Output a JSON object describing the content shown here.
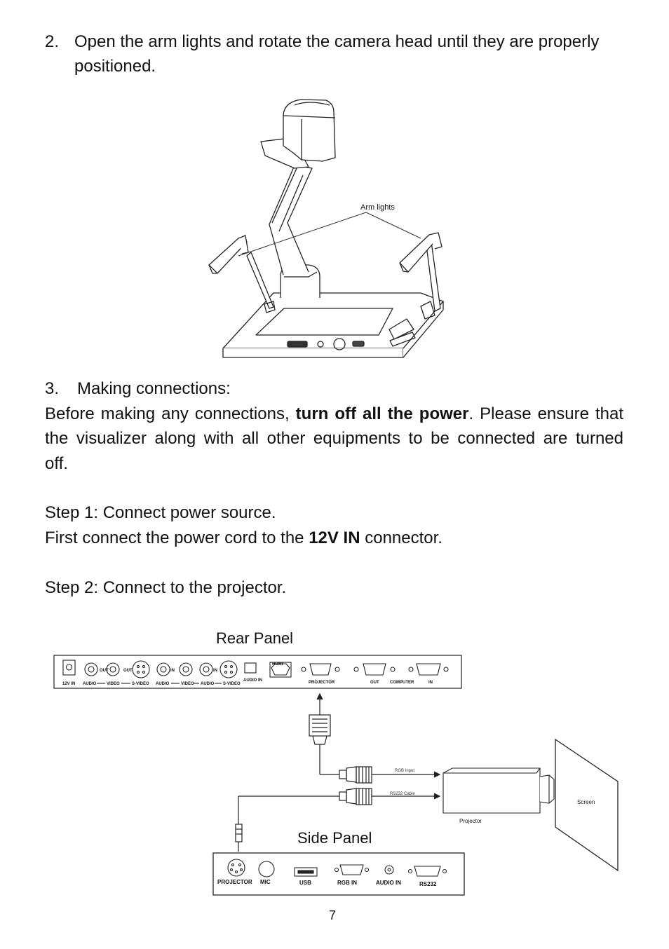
{
  "item2": {
    "number": "2.",
    "line1": "Open the arm lights and rotate the camera head until they are properly",
    "line2": "positioned."
  },
  "figure1": {
    "callout": "Arm lights"
  },
  "item3": {
    "number": "3.",
    "heading": "Making connections:"
  },
  "para1": {
    "before": "Before making any connections,",
    "bold": "turn off all the power",
    "after": ". Please ensure that",
    "line2": "the visualizer along with all other equipments to be connected are turned",
    "line3": "off."
  },
  "step1": {
    "title": "Step 1: Connect power source.",
    "text_before": "First connect the power cord to the",
    "bold": "12V IN",
    "text_after": "connector."
  },
  "step2": {
    "title": "Step 2: Connect to the projector."
  },
  "figure2": {
    "rear_panel_title": "Rear Panel",
    "side_panel_title": "Side Panel",
    "rear_labels": [
      "12V IN",
      "AUDIO",
      "VIDEO",
      "S-VIDEO",
      "AUDIO",
      "VIDEO",
      "AUDIO",
      "S-VIDEO",
      "AUDIO IN",
      "HDMI",
      "PROJECTOR",
      "OUT",
      "COMPUTER",
      "IN"
    ],
    "rear_small": [
      "OUT",
      "OUT",
      "IN",
      "IN"
    ],
    "cable_rgb": "RGB Input",
    "cable_rs232": "RS232 Cable",
    "projector": "Projector",
    "screen": "Screen",
    "side_labels": [
      "PROJECTOR",
      "MIC",
      "USB",
      "RGB IN",
      "AUDIO IN",
      "RS232"
    ]
  },
  "page_number": "7"
}
